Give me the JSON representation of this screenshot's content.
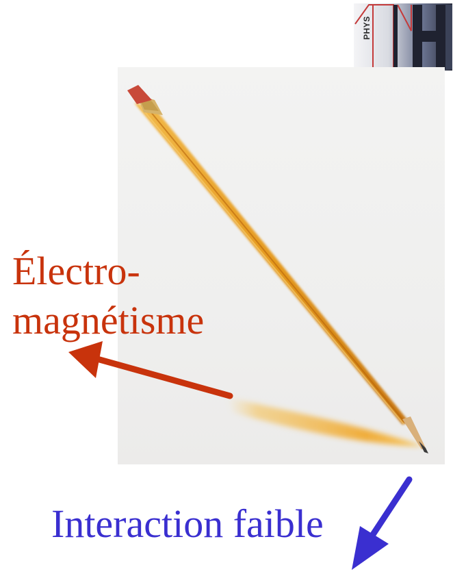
{
  "logo": {
    "label": "PHYS",
    "icon": "institution-logo-icon"
  },
  "labels": {
    "electromagnetism_line1": "Électro-",
    "electromagnetism_line2": "magnétisme",
    "weak_interaction": "Interaction faible"
  },
  "colors": {
    "electromagnetism": "#c8330c",
    "weak_interaction": "#3a2fd0",
    "pencil_body": "#e8a22a",
    "pencil_eraser": "#c84a3a"
  }
}
